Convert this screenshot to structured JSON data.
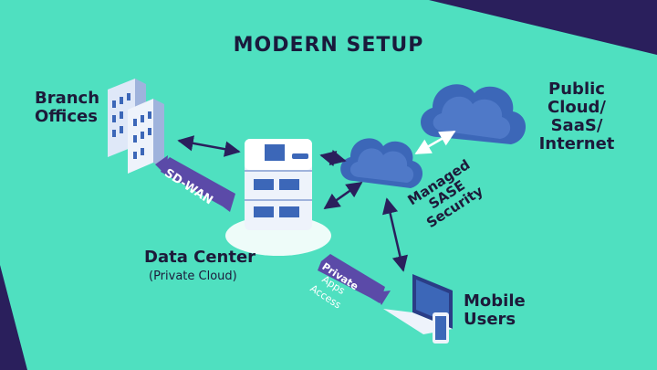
{
  "title": "MODERN SETUP",
  "nodes": {
    "branch": [
      "Branch",
      "Offices"
    ],
    "public_cloud": [
      "Public Cloud/",
      "SaaS/",
      "Internet"
    ],
    "data_center": "Data Center",
    "data_center_sub": "(Private Cloud)",
    "sase": [
      "Managed",
      "SASE",
      "Security"
    ],
    "mobile": [
      "Mobile",
      "Users"
    ]
  },
  "links": {
    "sdwan": "SD-WAN",
    "private_access": [
      "Private",
      "Apps",
      "Access"
    ]
  },
  "colors": {
    "background": "#4fe0c0",
    "frame": "#2a1f5c",
    "cloud": "#3c67b8",
    "server": "#3c67b8",
    "band": "#5b4aa8",
    "text": "#1d1a3a"
  }
}
